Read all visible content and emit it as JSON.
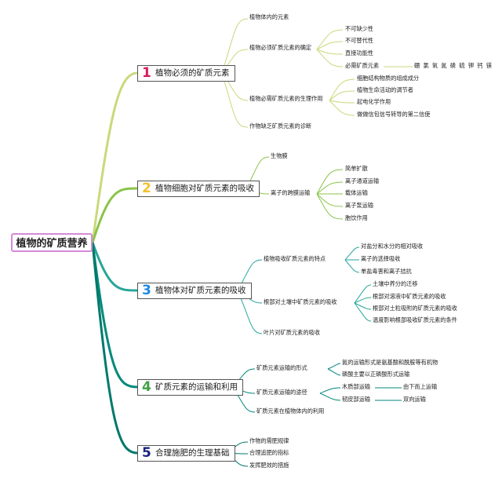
{
  "root": {
    "label": "植物的矿质营养"
  },
  "branches": [
    {
      "num": "1",
      "num_color": "#d81b60",
      "label": "植物必须的矿质元素",
      "color": "#b8cf6a"
    },
    {
      "num": "2",
      "num_color": "#f2c12e",
      "label": "植物细胞对矿质元素的吸收",
      "color": "#7cb342"
    },
    {
      "num": "3",
      "num_color": "#1e88e5",
      "label": "植物体对矿质元素的吸收",
      "color": "#26a69a"
    },
    {
      "num": "4",
      "num_color": "#43a047",
      "label": "矿质元素的运输和利用",
      "color": "#00897b"
    },
    {
      "num": "5",
      "num_color": "#1a237e",
      "label": "合理施肥的生理基础",
      "color": "#00796b"
    }
  ],
  "b1": {
    "s1": "植物体内的元素",
    "s2": "植物必须矿质元素的确定",
    "s2_items": [
      "不可缺少性",
      "不可替代性",
      "直接功能性",
      "必需矿质元素"
    ],
    "s2_elements": "硼 氯 氧 氮 磷 硫 钾 钙 镁",
    "s3": "植物必需矿质元素的生理作用",
    "s3_items": [
      "细胞结构物质的组成成分",
      "植物生命活动的调节者",
      "起电化学作用",
      "做做信包信号转导的第二信使"
    ],
    "s4": "作物缺乏矿质元素的诊断"
  },
  "b2": {
    "s1": "生物膜",
    "s2": "离子的跨膜运输",
    "s2_items": [
      "简单扩散",
      "离子通道运输",
      "载体运输",
      "离子泵运输",
      "胞饮作用"
    ]
  },
  "b3": {
    "s1": "植物吸收矿质元素的特点",
    "s1_items": [
      "对盐分和水分的相对吸收",
      "离子的选择吸收",
      "单盐毒害和离子拮抗"
    ],
    "s2": "根部对土壤中矿质元素的吸收",
    "s2_items": [
      "土壤中养分的迁移",
      "根部对溶液中矿质元素的吸收",
      "根部对土粒吸附的矿质元素的吸收",
      "温度影响根部吸收矿质元素的条件"
    ],
    "s3": "叶片对矿质元素的吸收"
  },
  "b4": {
    "s1": "矿质元素运输的形式",
    "s1_items": [
      "氮的运输形式是氨基酸和酰胺等有机物",
      "磷酸主要以正磷酸形式运输"
    ],
    "s2": "矿质元素运输的途径",
    "s2_items": [
      "木质部运输",
      "韧皮部运输"
    ],
    "s2_detail": [
      "由下而上运输",
      "双向运输"
    ],
    "s3": "矿质元素在植物体内的利用"
  },
  "b5": {
    "items": [
      "作物的需肥规律",
      "合理追肥的指标",
      "发挥肥效的措施"
    ]
  }
}
